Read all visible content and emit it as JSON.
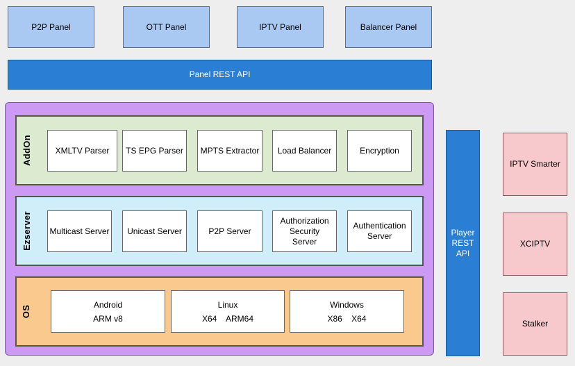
{
  "top_panels": [
    "P2P Panel",
    "OTT Panel",
    "IPTV Panel",
    "Balancer Panel"
  ],
  "panel_rest_api": "Panel REST API",
  "layers": {
    "addon": {
      "label": "AddOn",
      "items": [
        "XMLTV  Parser",
        "TS EPG Parser",
        "MPTS Extractor",
        "Load Balancer",
        "Encryption"
      ]
    },
    "ezserver": {
      "label": "Ezserver",
      "items": [
        "Multicast Server",
        "Unicast Server",
        "P2P Server",
        "Authorization Security Server",
        "Authentication Server"
      ]
    },
    "os": {
      "label": "OS",
      "items": [
        {
          "name": "Android",
          "arch": "ARM v8"
        },
        {
          "name": "Linux",
          "arch": "X64    ARM64"
        },
        {
          "name": "Windows",
          "arch": "X86    X64"
        }
      ]
    }
  },
  "player_rest_api": "Player REST API",
  "clients": [
    "IPTV Smarter",
    "XCIPTV",
    "Stalker"
  ],
  "colors": {
    "panel": "#a9c9f2",
    "api": "#2a7fd4",
    "platform": "#cc99f4",
    "addon_layer": "#dcebd0",
    "ezserver_layer": "#cfeefa",
    "os_layer": "#f9c98d",
    "client": "#f7c8cc",
    "background": "#eeeeee"
  }
}
